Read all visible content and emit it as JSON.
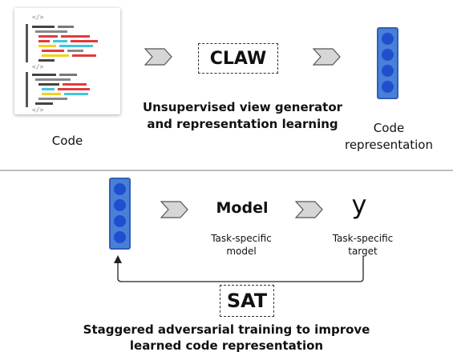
{
  "top": {
    "code_label": "Code",
    "claw_label": "CLAW",
    "claw_caption": [
      "Unsupervised view generator",
      "and representation learning"
    ],
    "code_rep_caption": [
      "Code",
      "representation"
    ]
  },
  "bottom": {
    "model_label": "Model",
    "model_caption": [
      "Task-specific",
      "model"
    ],
    "y_label": "y",
    "y_caption": [
      "Task-specific",
      "target"
    ],
    "sat_label": "SAT",
    "sat_caption": [
      "Staggered adversarial training to improve",
      "learned code representation"
    ]
  },
  "colors": {
    "vector_fill": "#4a7fd8",
    "vector_dot": "#1f4fcf",
    "chevron": "#d6d6d6"
  },
  "icons": {
    "code_thumbnail": "code-file-icon",
    "chevron": "chevron-right-arrow-icon"
  }
}
